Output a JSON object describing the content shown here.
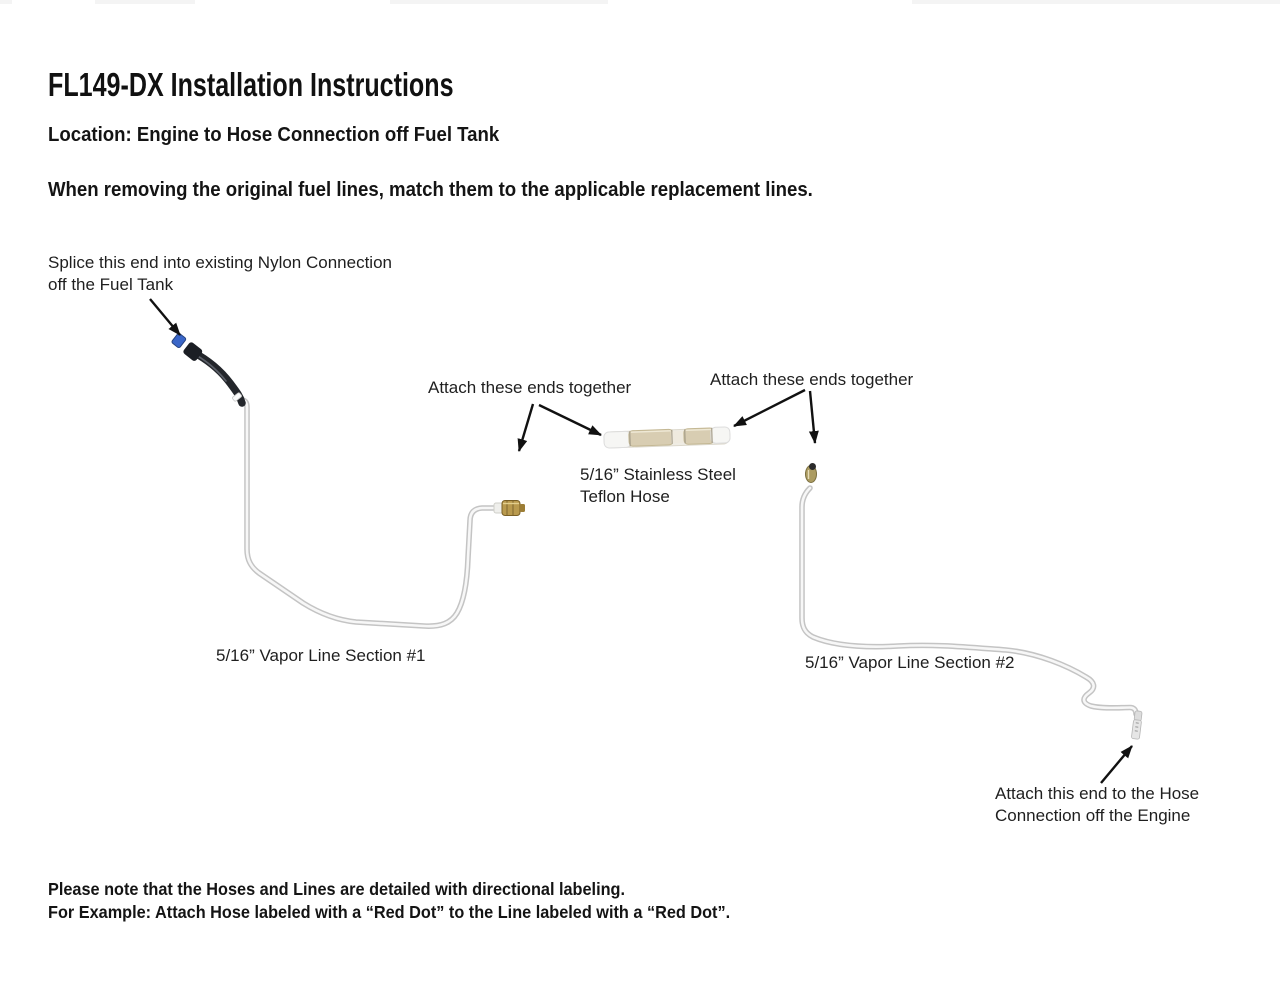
{
  "document": {
    "title": "FL149-DX Installation Instructions",
    "location": "Location: Engine to Hose Connection off Fuel Tank",
    "instruction": "When removing the original fuel lines, match them to the applicable replacement lines.",
    "footer": {
      "line1": "Please note that the Hoses and Lines are detailed with directional labeling.",
      "line2": "For Example: Attach Hose labeled with a “Red Dot” to the Line labeled with a “Red Dot”."
    }
  },
  "diagram": {
    "splice_note": {
      "line1": "Splice this end into existing Nylon Connection",
      "line2": "off the Fuel Tank"
    },
    "attach_note_left": "Attach these ends together",
    "attach_note_right": "Attach these ends together",
    "hose_label": {
      "line1": "5/16” Stainless Steel",
      "line2": "Teflon Hose"
    },
    "vapor_line_1_label": "5/16” Vapor Line Section #1",
    "vapor_line_2_label": "5/16” Vapor Line Section #2",
    "engine_note": {
      "line1": "Attach this end to the Hose",
      "line2": "Connection off the Engine"
    },
    "colors": {
      "nylon_connector_blue": "#3a66c8",
      "hose_black": "#23262b",
      "vapor_line_gray": "#c4c4c4",
      "brass_fitting": "#b99a4e",
      "steel_braid": "#d8cdb2",
      "arrow_black": "#111111"
    }
  }
}
